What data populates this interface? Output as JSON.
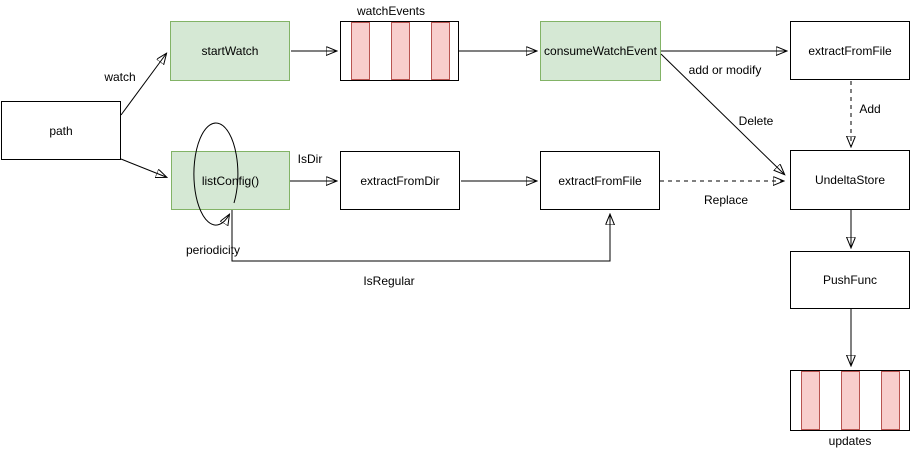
{
  "diagram": {
    "nodes": {
      "path": {
        "label": "path"
      },
      "start_watch": {
        "label": "startWatch"
      },
      "consume_watch_event": {
        "label": "consumeWatchEvent"
      },
      "extract_from_file_top": {
        "label": "extractFromFile"
      },
      "list_config": {
        "label": "listConfig()"
      },
      "extract_from_dir": {
        "label": "extractFromDir"
      },
      "extract_from_file_mid": {
        "label": "extractFromFile"
      },
      "undelta_store": {
        "label": "UndeltaStore"
      },
      "push_func": {
        "label": "PushFunc"
      }
    },
    "queues": {
      "watch_events": {
        "label": "watchEvents"
      },
      "updates": {
        "label": "updates"
      }
    },
    "edge_labels": {
      "watch": "watch",
      "is_dir": "IsDir",
      "periodicity": "periodicity",
      "is_regular": "IsRegular",
      "add_or_modify": "add or modify",
      "delete": "Delete",
      "add": "Add",
      "replace": "Replace"
    },
    "colors": {
      "node_green_fill": "#d5e8d4",
      "node_green_border": "#82b366",
      "node_white_fill": "#ffffff",
      "node_border": "#000000",
      "queue_stripe_fill": "#f8cecc",
      "queue_stripe_border": "#b85450",
      "connector": "#000000"
    }
  }
}
